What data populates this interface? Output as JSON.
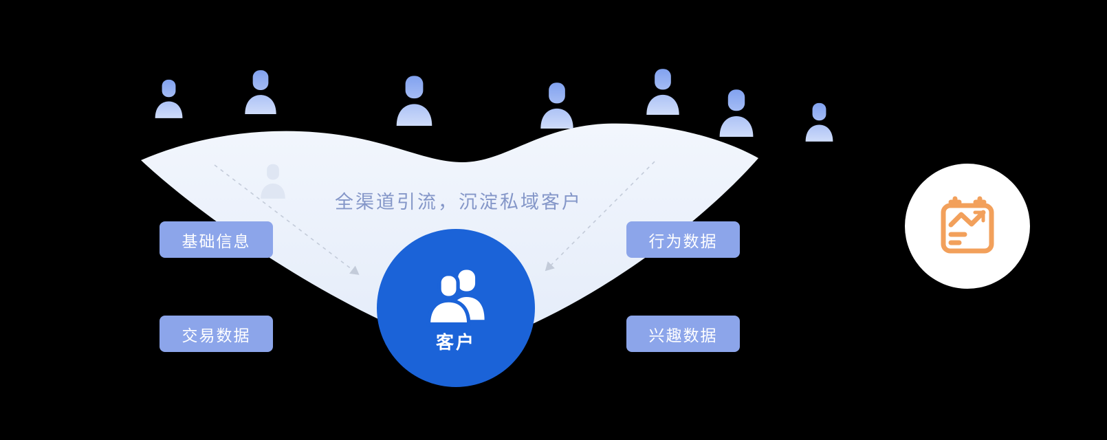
{
  "diagram": {
    "funnel_title": "全渠道引流，沉淀私域客户",
    "center_label": "客户",
    "data_labels": [
      {
        "id": "basic-info",
        "text": "基础信息"
      },
      {
        "id": "behavior-data",
        "text": "行为数据"
      },
      {
        "id": "transaction-data",
        "text": "交易数据"
      },
      {
        "id": "interest-data",
        "text": "兴趣数据"
      }
    ],
    "colors": {
      "label_bg": "#8ca5ea",
      "center_circle": "#1b63d8",
      "funnel_fill": "#ebf0fa",
      "funnel_title_text": "#8496c8",
      "person_gradient_top": "#7fa0ef",
      "person_gradient_bottom": "#cfdcfa",
      "report_icon": "#f2a05b",
      "arrow_dash": "#c3cbd9",
      "background": "#000000"
    },
    "icons": [
      "person-icon",
      "customers-icon",
      "report-chart-icon"
    ]
  }
}
